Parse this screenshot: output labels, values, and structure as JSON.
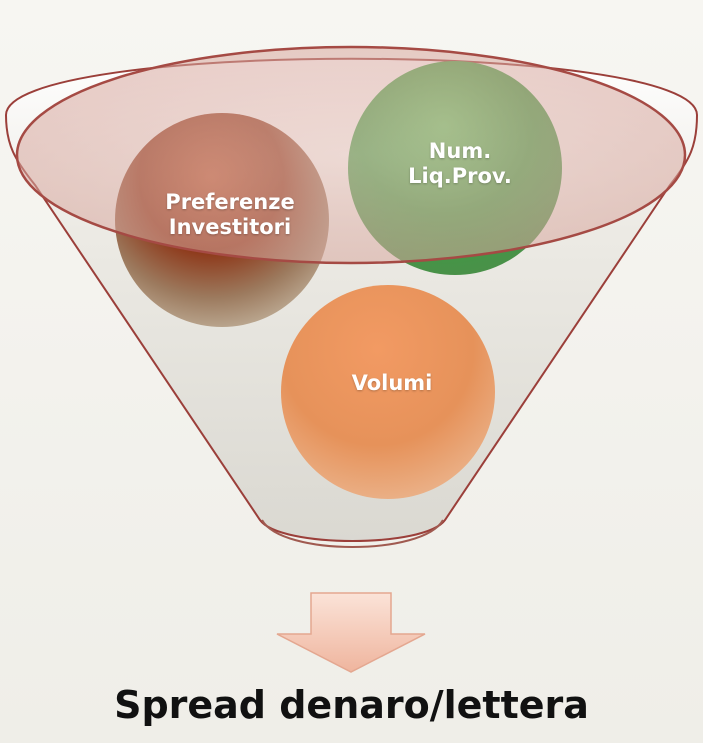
{
  "diagram": {
    "circles": [
      {
        "id": "preferenze",
        "label_lines": [
          "Preferenze",
          "Investitori"
        ],
        "color": "#8b3a1a"
      },
      {
        "id": "num",
        "label_lines": [
          "Num.",
          "Liq.Prov."
        ],
        "color": "#3fa548"
      },
      {
        "id": "volumi",
        "label_lines": [
          "Volumi"
        ],
        "color": "#e88a55"
      }
    ],
    "arrow_color": "#f3c6b4",
    "funnel_rim_color": "#a54a44",
    "result_label": "Spread denaro/lettera"
  }
}
